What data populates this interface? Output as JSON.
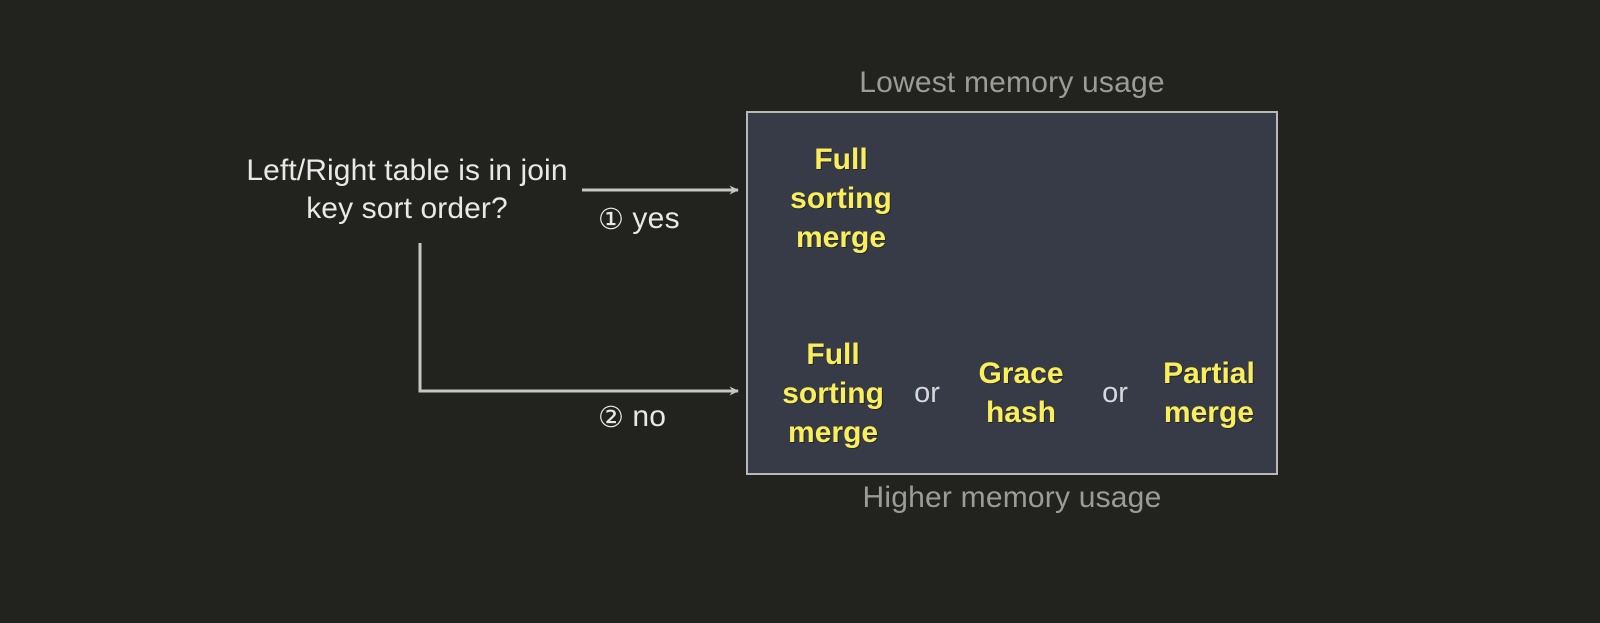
{
  "diagram": {
    "question": "Left/Right table is in\njoin key sort order?",
    "branches": [
      {
        "marker": "①",
        "word": "yes"
      },
      {
        "marker": "②",
        "word": "no"
      }
    ],
    "captions": {
      "top": "Lowest memory usage",
      "bottom": "Higher memory usage"
    },
    "separator": "or",
    "rows": [
      {
        "options": [
          "Full\nsorting\nmerge"
        ]
      },
      {
        "options": [
          "Full\nsorting\nmerge",
          "Grace\nhash",
          "Partial\nmerge"
        ]
      }
    ],
    "colors": {
      "background": "#22231f",
      "box_fill": "#363b47",
      "box_border": "#b9b9b7",
      "option_text": "#faee5a",
      "caption_text": "#9b9b99",
      "body_text": "#e8e8e6",
      "connector": "#c6c6c4"
    }
  }
}
